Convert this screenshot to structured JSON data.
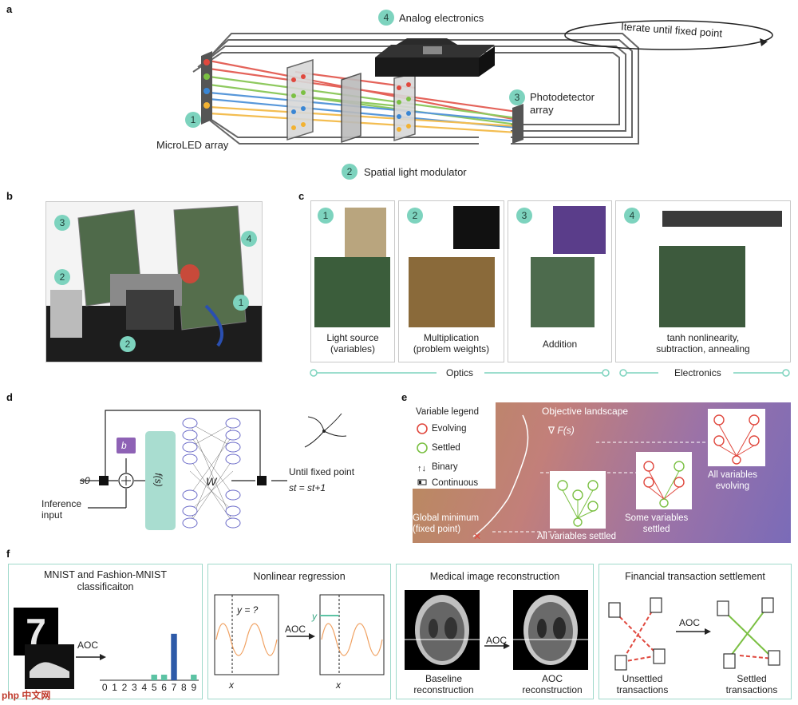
{
  "panel_labels": {
    "a": "a",
    "b": "b",
    "c": "c",
    "d": "d",
    "e": "e",
    "f": "f"
  },
  "panel_a": {
    "loop_text": "Iterate until fixed point",
    "components": [
      {
        "num": "1",
        "label": "MicroLED array"
      },
      {
        "num": "2",
        "label": "Spatial light modulator"
      },
      {
        "num": "3",
        "label": "Photodetector\narray"
      },
      {
        "num": "4",
        "label": "Analog electronics"
      }
    ]
  },
  "panel_b": {
    "badges": [
      "3",
      "4",
      "2",
      "1",
      "2"
    ]
  },
  "panel_c": {
    "cards": [
      {
        "num": "1",
        "caption": "Light source\n(variables)"
      },
      {
        "num": "2",
        "caption": "Multiplication\n(problem weights)"
      },
      {
        "num": "3",
        "caption": "Addition"
      },
      {
        "num": "4",
        "caption": "tanh nonlinearity,\nsubtraction, annealing"
      }
    ],
    "optics_label": "Optics",
    "electronics_label": "Electronics"
  },
  "panel_d": {
    "bias": "b",
    "s0": "s0",
    "inference_input": "Inference\ninput",
    "nonlinearity": "f(s)",
    "weights": "W",
    "fixed_point": "Until fixed point",
    "fixed_point_eq": "st = st+1"
  },
  "panel_e": {
    "legend_title": "Variable legend",
    "legend_items": [
      {
        "label": "Evolving",
        "color": "#e0483e"
      },
      {
        "label": "Settled",
        "color": "#7bc043"
      },
      {
        "label": "Binary",
        "icon": "up-down-arrows"
      },
      {
        "label": "Continuous",
        "icon": "continuous"
      }
    ],
    "objective_landscape": "Objective landscape",
    "gradient": "∇ F(s)",
    "global_minimum": "Global minimum\n(fixed point)",
    "all_settled": "All variables settled",
    "some_settled": "Some variables\nsettled",
    "all_evolving": "All variables\nevolving"
  },
  "panel_f": {
    "mnist": {
      "title": "MNIST and Fashion-MNIST\nclassificaiton",
      "aoc": "AOC",
      "tick_labels": [
        "0",
        "1",
        "2",
        "3",
        "4",
        "5",
        "6",
        "7",
        "8",
        "9"
      ],
      "digit": "7"
    },
    "regression": {
      "title": "Nonlinear regression",
      "aoc": "AOC",
      "question": "y = ?",
      "y_label": "y",
      "x_label": "x"
    },
    "medical": {
      "title": "Medical image reconstruction",
      "aoc": "AOC",
      "baseline": "Baseline\nreconstruction",
      "aoc_recon": "AOC\nreconstruction"
    },
    "financial": {
      "title": "Financial transaction settlement",
      "aoc": "AOC",
      "unsettled": "Unsettled\ntransactions",
      "settled": "Settled\ntransactions"
    }
  },
  "chart_data": {
    "type": "bar",
    "categories": [
      "0",
      "1",
      "2",
      "3",
      "4",
      "5",
      "6",
      "7",
      "8",
      "9"
    ],
    "values": [
      0,
      0,
      0,
      0,
      0,
      0.12,
      0.12,
      1.0,
      0,
      0.12
    ],
    "ylim": [
      0,
      1.1
    ],
    "highlight_index": 7,
    "colors": {
      "highlight": "#2d5aa8",
      "other": "#5cc3a4"
    }
  },
  "colors": {
    "accent": "#7dd3be",
    "evolving": "#e0483e",
    "settled": "#7bc043",
    "orange_curve": "#f0a060"
  },
  "watermark": "php 中文网"
}
